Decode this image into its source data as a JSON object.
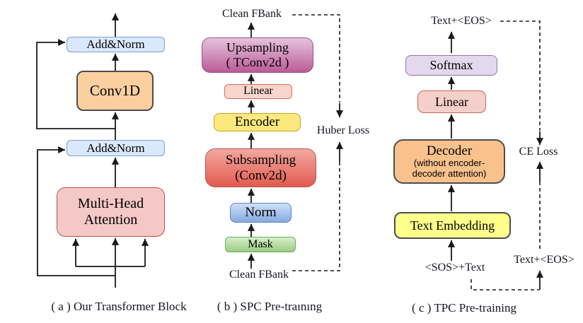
{
  "colors": {
    "line": "#1a1a1a",
    "add_norm_fill": "#dae8fc",
    "add_norm_border": "#7e9fd1",
    "conv1d_fill": "#fbcf9f",
    "dark_border": "#4d4d4d",
    "mha_fill": "#f4c8c6",
    "mha_border": "#b85450",
    "upsampling_top": "#e5c3dc",
    "upsampling_bottom": "#bc5b98",
    "upsampling_border": "#9e4e83",
    "linear_b_fill": "#f8d5cc",
    "linear_b_border": "#d96b5f",
    "encoder_fill": "#fce97d",
    "encoder_border": "#c9a227",
    "subsampling_top": "#f3a89f",
    "subsampling_bottom": "#e15b50",
    "subsampling_border": "#b85450",
    "norm_top": "#cfe0f7",
    "norm_bottom": "#85aae2",
    "norm_border": "#5585c7",
    "mask_top": "#d8eecb",
    "mask_bottom": "#9bcb82",
    "mask_border": "#74a85c",
    "softmax_fill": "#e3d9ef",
    "softmax_border": "#9673a6",
    "linear_c_fill": "#f5cfc9",
    "linear_c_border": "#c9655b",
    "decoder_fill": "#f9c18c",
    "text_embedding_fill": "#ffff8c"
  },
  "panel_a": {
    "caption": "( a ) Our Transformer Block",
    "add_norm_top": "Add&Norm",
    "conv1d": "Conv1D",
    "add_norm_bottom": "Add&Norm",
    "mha_lines": [
      "Multi-Head",
      "Attention"
    ]
  },
  "panel_b": {
    "caption": "( b ) SPC Pre-traınıng",
    "clean_fbank_top": "Clean FBank",
    "upsampling_lines": [
      "Upsampling",
      "( TConv2d )"
    ],
    "linear": "Linear",
    "encoder": "Encoder",
    "subsampling_lines": [
      "Subsampling",
      "(Conv2d)"
    ],
    "norm": "Norm",
    "mask": "Mask",
    "clean_fbank_bottom": "Clean FBank",
    "huber_loss": "Huber Loss"
  },
  "panel_c": {
    "caption": "( c ) TPC Pre-training",
    "text_eos_top": "Text+<EOS>",
    "softmax": "Softmax",
    "linear": "Linear",
    "decoder_title": "Decoder",
    "decoder_sub_lines": [
      "(without encoder-",
      "decoder attention)"
    ],
    "text_embedding": "Text Embedding",
    "sos_text": "<SOS>+Text",
    "text_eos_bottom": "Text+<EOS>",
    "ce_loss": "CE Loss"
  }
}
